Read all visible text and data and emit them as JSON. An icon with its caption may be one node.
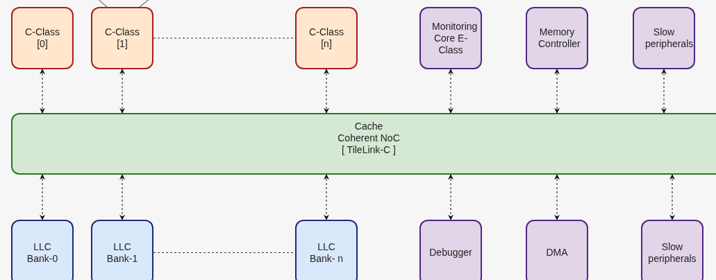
{
  "diagram": {
    "nodes": [
      {
        "text": [
          "C-Class [0]"
        ]
      },
      {
        "text": [
          "C-Class [1]"
        ]
      },
      {
        "text": [
          "C-Class [n]"
        ]
      },
      {
        "text": [
          "Monitoring Core E-Class"
        ]
      },
      {
        "text": [
          "Memory Controller"
        ]
      },
      {
        "text": [
          "Slow peripherals"
        ]
      },
      {
        "text": [
          "Cache Coherent NoC [ TileLink-C ]"
        ]
      },
      {
        "text": [
          "LLC Bank-0"
        ]
      },
      {
        "text": [
          "LLC Bank-1"
        ]
      },
      {
        "text": [
          "LLC Bank- n"
        ]
      },
      {
        "text": [
          "Debugger"
        ]
      },
      {
        "text": [
          "DMA"
        ]
      },
      {
        "text": [
          "Slow peripherals"
        ]
      }
    ],
    "edges": [
      {
        "from": null,
        "to": 1,
        "arrow": "none"
      },
      {
        "from": null,
        "to": 1,
        "arrow": "none"
      },
      {
        "from": 1,
        "to": 2,
        "arrow": "none",
        "style": "dashed"
      },
      {
        "from": 0,
        "to": 6,
        "arrow": "both",
        "style": "dashed"
      },
      {
        "from": 1,
        "to": 6,
        "arrow": "both",
        "style": "dashed"
      },
      {
        "from": 2,
        "to": 6,
        "arrow": "both",
        "style": "dashed"
      },
      {
        "from": 3,
        "to": 6,
        "arrow": "both",
        "style": "dashed"
      },
      {
        "from": 4,
        "to": 6,
        "arrow": "both",
        "style": "dashed"
      },
      {
        "from": 5,
        "to": 6,
        "arrow": "both",
        "style": "dashed"
      },
      {
        "from": 6,
        "to": 7,
        "arrow": "both",
        "style": "dashed"
      },
      {
        "from": 6,
        "to": 8,
        "arrow": "both",
        "style": "dashed"
      },
      {
        "from": 6,
        "to": 9,
        "arrow": "both",
        "style": "dashed"
      },
      {
        "from": 6,
        "to": 10,
        "arrow": "both",
        "style": "dashed"
      },
      {
        "from": 6,
        "to": 11,
        "arrow": "both",
        "style": "dashed"
      },
      {
        "from": 6,
        "to": 12,
        "arrow": "both",
        "style": "dashed"
      },
      {
        "from": 8,
        "to": 9,
        "arrow": "none",
        "style": "dashed"
      }
    ]
  }
}
